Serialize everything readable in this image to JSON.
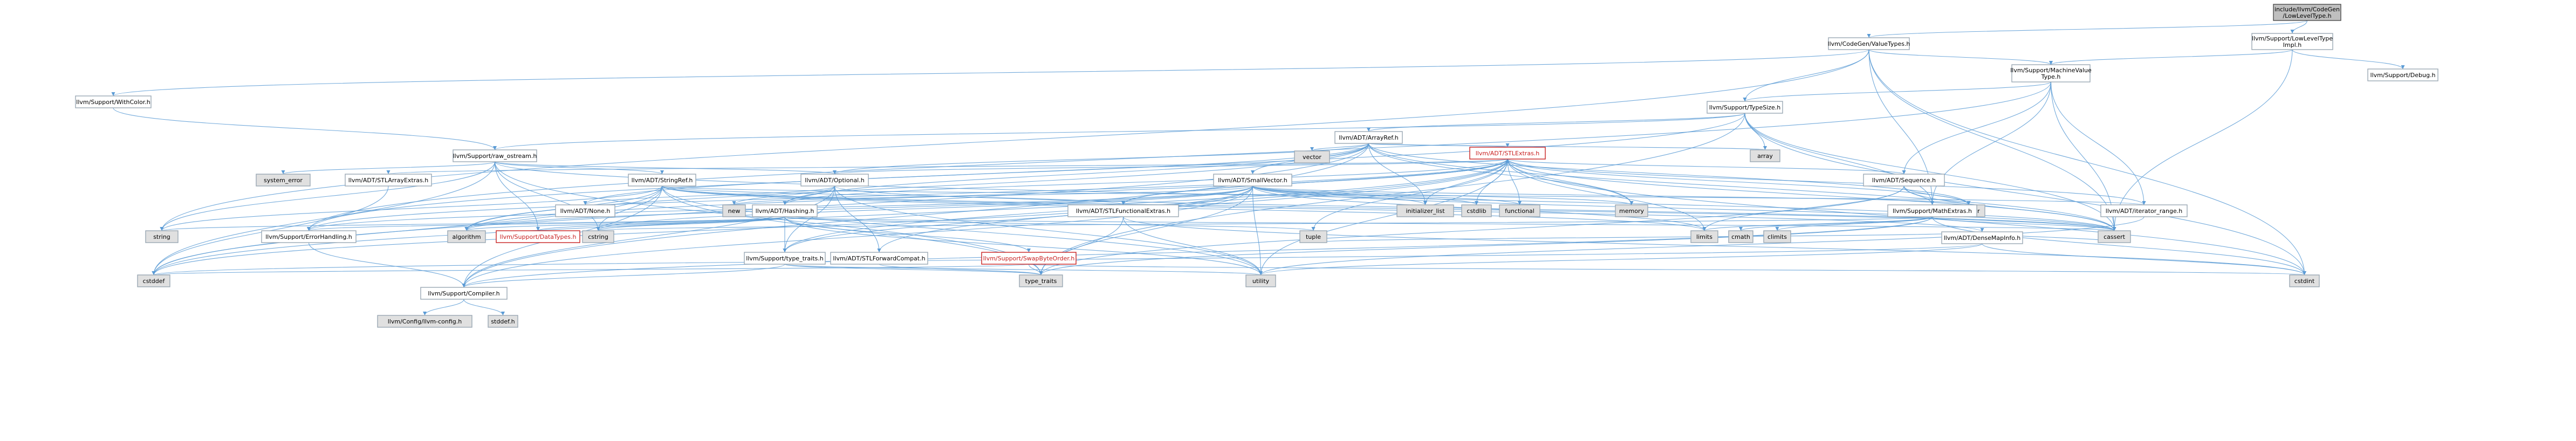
{
  "graph": {
    "nodes": [
      {
        "id": "root",
        "lines": [
          "include/llvm/CodeGen",
          "/LowLevelType.h"
        ],
        "style": "root"
      },
      {
        "id": "cgvt",
        "lines": [
          "llvm/CodeGen/ValueTypes.h"
        ],
        "style": "normal"
      },
      {
        "id": "lltimpl",
        "lines": [
          "llvm/Support/LowLevelType",
          "Impl.h"
        ],
        "style": "normal"
      },
      {
        "id": "mvt",
        "lines": [
          "llvm/Support/MachineValue",
          "Type.h"
        ],
        "style": "normal"
      },
      {
        "id": "debug",
        "lines": [
          "llvm/Support/Debug.h"
        ],
        "style": "normal"
      },
      {
        "id": "withcolor",
        "lines": [
          "llvm/Support/WithColor.h"
        ],
        "style": "normal"
      },
      {
        "id": "typesize",
        "lines": [
          "llvm/Support/TypeSize.h"
        ],
        "style": "normal"
      },
      {
        "id": "arrayref",
        "lines": [
          "llvm/ADT/ArrayRef.h"
        ],
        "style": "normal"
      },
      {
        "id": "rawostream",
        "lines": [
          "llvm/Support/raw_ostream.h"
        ],
        "style": "normal"
      },
      {
        "id": "vector",
        "lines": [
          "vector"
        ],
        "style": "sys"
      },
      {
        "id": "array",
        "lines": [
          "array"
        ],
        "style": "sys"
      },
      {
        "id": "stlextras",
        "lines": [
          "llvm/ADT/STLExtras.h"
        ],
        "style": "red"
      },
      {
        "id": "syserror",
        "lines": [
          "system_error"
        ],
        "style": "sys"
      },
      {
        "id": "stlarray",
        "lines": [
          "llvm/ADT/STLArrayExtras.h"
        ],
        "style": "normal"
      },
      {
        "id": "stringref",
        "lines": [
          "llvm/ADT/StringRef.h"
        ],
        "style": "normal"
      },
      {
        "id": "optional",
        "lines": [
          "llvm/ADT/Optional.h"
        ],
        "style": "normal"
      },
      {
        "id": "smallvector",
        "lines": [
          "llvm/ADT/SmallVector.h"
        ],
        "style": "normal"
      },
      {
        "id": "sequence",
        "lines": [
          "llvm/ADT/Sequence.h"
        ],
        "style": "normal"
      },
      {
        "id": "new",
        "lines": [
          "new"
        ],
        "style": "sys"
      },
      {
        "id": "none",
        "lines": [
          "llvm/ADT/None.h"
        ],
        "style": "normal"
      },
      {
        "id": "hashing",
        "lines": [
          "llvm/ADT/Hashing.h"
        ],
        "style": "normal"
      },
      {
        "id": "stlfunc",
        "lines": [
          "llvm/ADT/STLFunctionalExtras.h"
        ],
        "style": "normal"
      },
      {
        "id": "initlist",
        "lines": [
          "initializer_list"
        ],
        "style": "sys"
      },
      {
        "id": "cstdlib",
        "lines": [
          "cstdlib"
        ],
        "style": "sys"
      },
      {
        "id": "functional",
        "lines": [
          "functional"
        ],
        "style": "sys"
      },
      {
        "id": "memory",
        "lines": [
          "memory"
        ],
        "style": "sys"
      },
      {
        "id": "iterator",
        "lines": [
          "iterator"
        ],
        "style": "sys"
      },
      {
        "id": "iterrange",
        "lines": [
          "llvm/ADT/iterator_range.h"
        ],
        "style": "normal"
      },
      {
        "id": "mathextras",
        "lines": [
          "llvm/Support/MathExtras.h"
        ],
        "style": "normal"
      },
      {
        "id": "densemapinfo",
        "lines": [
          "llvm/ADT/DenseMapInfo.h"
        ],
        "style": "normal"
      },
      {
        "id": "string",
        "lines": [
          "string"
        ],
        "style": "sys"
      },
      {
        "id": "errorhandling",
        "lines": [
          "llvm/Support/ErrorHandling.h"
        ],
        "style": "normal"
      },
      {
        "id": "algorithm",
        "lines": [
          "algorithm"
        ],
        "style": "sys"
      },
      {
        "id": "datatypes",
        "lines": [
          "llvm/Support/DataTypes.h"
        ],
        "style": "red"
      },
      {
        "id": "cstring",
        "lines": [
          "cstring"
        ],
        "style": "sys"
      },
      {
        "id": "typetraitsh",
        "lines": [
          "llvm/Support/type_traits.h"
        ],
        "style": "normal"
      },
      {
        "id": "stlfwd",
        "lines": [
          "llvm/ADT/STLForwardCompat.h"
        ],
        "style": "normal"
      },
      {
        "id": "swapbyte",
        "lines": [
          "llvm/Support/SwapByteOrder.h"
        ],
        "style": "red"
      },
      {
        "id": "tuple",
        "lines": [
          "tuple"
        ],
        "style": "sys"
      },
      {
        "id": "limits",
        "lines": [
          "limits"
        ],
        "style": "sys"
      },
      {
        "id": "cmath",
        "lines": [
          "cmath"
        ],
        "style": "sys"
      },
      {
        "id": "climits",
        "lines": [
          "climits"
        ],
        "style": "sys"
      },
      {
        "id": "cassert",
        "lines": [
          "cassert"
        ],
        "style": "sys"
      },
      {
        "id": "compiler",
        "lines": [
          "llvm/Support/Compiler.h"
        ],
        "style": "normal"
      },
      {
        "id": "utility",
        "lines": [
          "utility"
        ],
        "style": "sys"
      },
      {
        "id": "cstdint",
        "lines": [
          "cstdint"
        ],
        "style": "sys"
      },
      {
        "id": "cstddef",
        "lines": [
          "cstddef"
        ],
        "style": "sys"
      },
      {
        "id": "typetraits",
        "lines": [
          "type_traits"
        ],
        "style": "sys"
      },
      {
        "id": "llvmconfig",
        "lines": [
          "llvm/Config/llvm-config.h"
        ],
        "style": "sys"
      },
      {
        "id": "stddef",
        "lines": [
          "stddef.h"
        ],
        "style": "sys"
      }
    ],
    "edges": [
      [
        "root",
        "cgvt"
      ],
      [
        "root",
        "lltimpl"
      ],
      [
        "cgvt",
        "mvt"
      ],
      [
        "cgvt",
        "withcolor"
      ],
      [
        "cgvt",
        "typesize"
      ],
      [
        "cgvt",
        "cassert"
      ],
      [
        "cgvt",
        "cstdint"
      ],
      [
        "cgvt",
        "string"
      ],
      [
        "cgvt",
        "mathextras"
      ],
      [
        "lltimpl",
        "mvt"
      ],
      [
        "lltimpl",
        "debug"
      ],
      [
        "lltimpl",
        "cassert"
      ],
      [
        "mvt",
        "typesize"
      ],
      [
        "mvt",
        "sequence"
      ],
      [
        "mvt",
        "mathextras"
      ],
      [
        "mvt",
        "errorhandling"
      ],
      [
        "mvt",
        "cassert"
      ],
      [
        "mvt",
        "iterrange"
      ],
      [
        "withcolor",
        "rawostream"
      ],
      [
        "typesize",
        "arrayref"
      ],
      [
        "typesize",
        "rawostream"
      ],
      [
        "typesize",
        "mathextras"
      ],
      [
        "typesize",
        "array"
      ],
      [
        "typesize",
        "cassert"
      ],
      [
        "typesize",
        "cstdint"
      ],
      [
        "typesize",
        "typetraits"
      ],
      [
        "typesize",
        "errorhandling"
      ],
      [
        "arrayref",
        "vector"
      ],
      [
        "arrayref",
        "array"
      ],
      [
        "arrayref",
        "stlextras"
      ],
      [
        "arrayref",
        "smallvector"
      ],
      [
        "arrayref",
        "hashing"
      ],
      [
        "arrayref",
        "none"
      ],
      [
        "arrayref",
        "optional"
      ],
      [
        "arrayref",
        "compiler"
      ],
      [
        "arrayref",
        "algorithm"
      ],
      [
        "arrayref",
        "cassert"
      ],
      [
        "arrayref",
        "cstddef"
      ],
      [
        "arrayref",
        "initlist"
      ],
      [
        "arrayref",
        "iterator"
      ],
      [
        "arrayref",
        "memory"
      ],
      [
        "rawostream",
        "syserror"
      ],
      [
        "rawostream",
        "stringref"
      ],
      [
        "rawostream",
        "datatypes"
      ],
      [
        "rawostream",
        "cassert"
      ],
      [
        "rawostream",
        "cstddef"
      ],
      [
        "rawostream",
        "cstring"
      ],
      [
        "rawostream",
        "string"
      ],
      [
        "rawostream",
        "typetraits"
      ],
      [
        "rawostream",
        "optional"
      ],
      [
        "stlextras",
        "stlarray"
      ],
      [
        "stlextras",
        "stlforward"
      ],
      [
        "stlextras",
        "stlfunc"
      ],
      [
        "stlextras",
        "stlfwd"
      ],
      [
        "stlextras",
        "iterrange"
      ],
      [
        "stlextras",
        "typetraitsh"
      ],
      [
        "stlextras",
        "errorhandling"
      ],
      [
        "stlextras",
        "algorithm"
      ],
      [
        "stlextras",
        "cassert"
      ],
      [
        "stlextras",
        "cstddef"
      ],
      [
        "stlextras",
        "cstdint"
      ],
      [
        "stlextras",
        "cstdlib"
      ],
      [
        "stlextras",
        "functional"
      ],
      [
        "stlextras",
        "initlist"
      ],
      [
        "stlextras",
        "iterator"
      ],
      [
        "stlextras",
        "limits"
      ],
      [
        "stlextras",
        "memory"
      ],
      [
        "stlextras",
        "tuple"
      ],
      [
        "stlextras",
        "utility"
      ],
      [
        "stlextras",
        "hashing"
      ],
      [
        "stlextras",
        "optional"
      ],
      [
        "stlextras",
        "sequence"
      ],
      [
        "stlarray",
        "cstddef"
      ],
      [
        "stringref",
        "stlfunc"
      ],
      [
        "stringref",
        "iterrange"
      ],
      [
        "stringref",
        "compiler"
      ],
      [
        "stringref",
        "algorithm"
      ],
      [
        "stringref",
        "cassert"
      ],
      [
        "stringref",
        "cstddef"
      ],
      [
        "stringref",
        "cstring"
      ],
      [
        "stringref",
        "limits"
      ],
      [
        "stringref",
        "string"
      ],
      [
        "stringref",
        "typetraits"
      ],
      [
        "stringref",
        "utility"
      ],
      [
        "stringref",
        "densemapinfo"
      ],
      [
        "optional",
        "none"
      ],
      [
        "optional",
        "hashing"
      ],
      [
        "optional",
        "stlfwd"
      ],
      [
        "optional",
        "typetraitsh"
      ],
      [
        "optional",
        "compiler"
      ],
      [
        "optional",
        "cassert"
      ],
      [
        "optional",
        "new"
      ],
      [
        "optional",
        "utility"
      ],
      [
        "smallvector",
        "compiler"
      ],
      [
        "smallvector",
        "typetraitsh"
      ],
      [
        "smallvector",
        "algorithm"
      ],
      [
        "smallvector",
        "cassert"
      ],
      [
        "smallvector",
        "cstddef"
      ],
      [
        "smallvector",
        "cstdlib"
      ],
      [
        "smallvector",
        "cstring"
      ],
      [
        "smallvector",
        "functional"
      ],
      [
        "smallvector",
        "initlist"
      ],
      [
        "smallvector",
        "iterator"
      ],
      [
        "smallvector",
        "limits"
      ],
      [
        "smallvector",
        "memory"
      ],
      [
        "smallvector",
        "new"
      ],
      [
        "smallvector",
        "typetraits"
      ],
      [
        "smallvector",
        "utility"
      ],
      [
        "smallvector",
        "errorhandling"
      ],
      [
        "sequence",
        "mathextras"
      ],
      [
        "sequence",
        "cassert"
      ],
      [
        "sequence",
        "iterator"
      ],
      [
        "sequence",
        "limits"
      ],
      [
        "sequence",
        "typetraits"
      ],
      [
        "hashing",
        "errorhandling"
      ],
      [
        "hashing",
        "datatypes"
      ],
      [
        "hashing",
        "swapbyte"
      ],
      [
        "hashing",
        "type_traits"
      ],
      [
        "hashing",
        "algorithm"
      ],
      [
        "hashing",
        "cassert"
      ],
      [
        "hashing",
        "cstring"
      ],
      [
        "hashing",
        "string"
      ],
      [
        "hashing",
        "tuple"
      ],
      [
        "hashing",
        "utility"
      ],
      [
        "hashing",
        "typetraitsh"
      ],
      [
        "stlfunc",
        "stlextras"
      ],
      [
        "stlfunc",
        "cstdint"
      ],
      [
        "stlfunc",
        "typetraits"
      ],
      [
        "stlfunc",
        "utility"
      ],
      [
        "iterrange",
        "utility"
      ],
      [
        "mathextras",
        "compiler"
      ],
      [
        "mathextras",
        "cassert"
      ],
      [
        "mathextras",
        "climits"
      ],
      [
        "mathextras",
        "cmath"
      ],
      [
        "mathextras",
        "cstdint"
      ],
      [
        "mathextras",
        "cstring"
      ],
      [
        "mathextras",
        "limits"
      ],
      [
        "mathextras",
        "typetraits"
      ],
      [
        "densemapinfo",
        "cassert"
      ],
      [
        "densemapinfo",
        "cstddef"
      ],
      [
        "densemapinfo",
        "cstdint"
      ],
      [
        "densemapinfo",
        "tuple"
      ],
      [
        "densemapinfo",
        "utility"
      ],
      [
        "errorhandling",
        "compiler"
      ],
      [
        "typetraitsh",
        "compiler"
      ],
      [
        "typetraitsh",
        "typetraits"
      ],
      [
        "typetraitsh",
        "utility"
      ],
      [
        "stlfwd",
        "typetraits"
      ],
      [
        "swapbyte",
        "cstddef"
      ],
      [
        "swapbyte",
        "cstdint"
      ],
      [
        "swapbyte",
        "typetraits"
      ],
      [
        "compiler",
        "llvmconfig"
      ],
      [
        "compiler",
        "stddef"
      ]
    ]
  }
}
